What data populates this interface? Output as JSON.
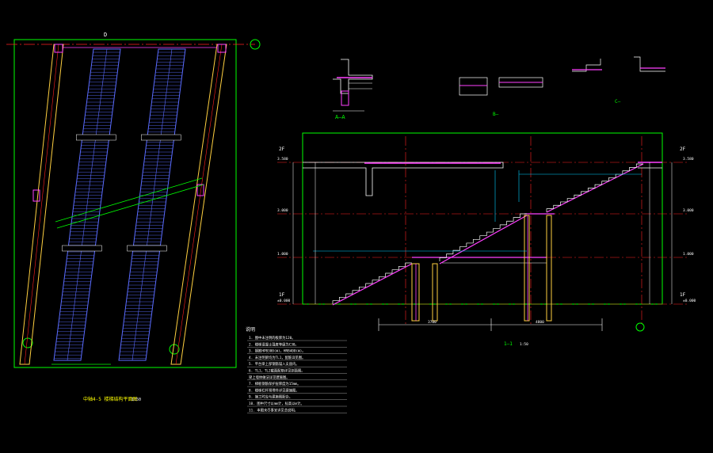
{
  "colors": {
    "background": "#000000",
    "frame": "#00ff00",
    "stair": "#5a6cff",
    "axis": "#ff2020",
    "column": "#ffd040",
    "slab": "#ff40ff",
    "dim": "#00d0ff",
    "text": "#ffffff",
    "text_yellow": "#ffff00"
  },
  "plan": {
    "axis_label_top": "D",
    "title": "中轴4-5 楼梯结构平面图",
    "scale": "1:50"
  },
  "section": {
    "label_aa": "A—A",
    "label_b": "B—",
    "label_c": "C—",
    "title": "1—1",
    "scale": "1:50",
    "level_labels_right": [
      "2F",
      "1F"
    ],
    "level_labels_left": [
      "2F",
      "1F"
    ],
    "elevations": [
      "3.580",
      "3.000",
      "1.000",
      "±0.000"
    ],
    "bottom_dims": [
      "3700",
      "4800"
    ]
  },
  "notes": {
    "heading": "说明",
    "lines": [
      "1. 图中未注明的板厚为120。",
      "2. 楼梯混凝土强度等级为C30。",
      "3. 钢筋HPB300(Φ)，HRB400(Φ)。",
      "4. 未注明梁均为TL1，配筋详见图。",
      "5. 平台梁上部钢筋锚入支座内。",
      "6. TL1，TL2截面配筋详见剖面图。",
      "   梁上墙体做法详见建施图。",
      "7. 梯板钢筋保护层厚度为15mm。",
      "8. 楼梯栏杆预埋件详见建施图。",
      "9. 施工时应与建施图配合。",
      "10. 图中尺寸以mm计，标高以m计。",
      "11. 本图未尽事宜详见总说明。"
    ]
  }
}
